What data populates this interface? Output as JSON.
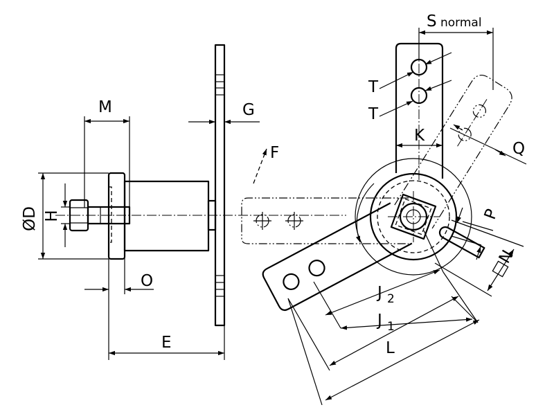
{
  "labels": {
    "M": "M",
    "G": "G",
    "F": "F",
    "D": "ØD",
    "H": "H",
    "O": "O",
    "E": "E",
    "S": "S",
    "S_sub": "normal",
    "T1": "T",
    "T2": "T",
    "K": "K",
    "Q": "Q",
    "P": "P",
    "N": "□N",
    "J2": "J",
    "J2_sub": "2",
    "J1": "J",
    "J1_sub": "1",
    "L": "L"
  }
}
